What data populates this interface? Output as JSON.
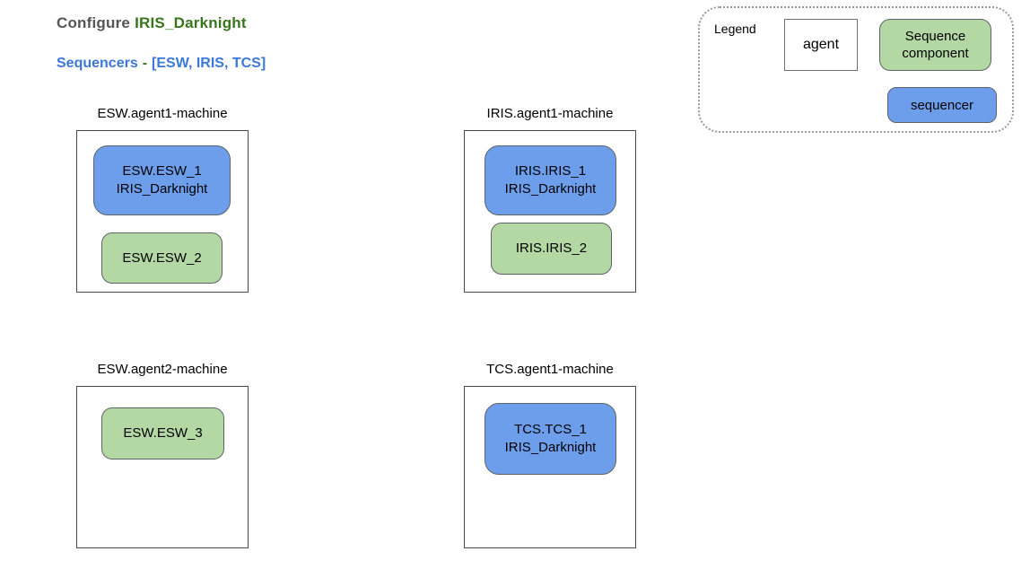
{
  "colors": {
    "background": "#ffffff",
    "title_text": "#555555",
    "obs_mode_text": "#38761d",
    "sequencers_text": "#3c78d8",
    "separator_text": "#38761d",
    "sequencer_fill": "#6d9eeb",
    "sequence_component_fill": "#b3d8a3",
    "node_border": "#5f6368",
    "agent_border": "#4a4a4a",
    "legend_border": "#9a9a9a"
  },
  "header": {
    "title": {
      "prefix": "Configure",
      "obs_mode": "IRIS_Darknight"
    },
    "subtitle": {
      "label": "Sequencers",
      "separator": "-",
      "value": "[ESW, IRIS, TCS]"
    }
  },
  "legend": {
    "title": "Legend",
    "agent_label": "agent",
    "sequence_component_label": "Sequence component",
    "sequencer_label": "sequencer"
  },
  "agents": [
    {
      "name": "ESW.agent1-machine",
      "nodes": [
        {
          "type": "sequencer",
          "line1": "ESW.ESW_1",
          "line2": "IRIS_Darknight"
        },
        {
          "type": "sequence_component",
          "line1": "ESW.ESW_2"
        }
      ]
    },
    {
      "name": "IRIS.agent1-machine",
      "nodes": [
        {
          "type": "sequencer",
          "line1": "IRIS.IRIS_1",
          "line2": "IRIS_Darknight"
        },
        {
          "type": "sequence_component",
          "line1": "IRIS.IRIS_2"
        }
      ]
    },
    {
      "name": "ESW.agent2-machine",
      "nodes": [
        {
          "type": "sequence_component",
          "line1": "ESW.ESW_3"
        }
      ]
    },
    {
      "name": "TCS.agent1-machine",
      "nodes": [
        {
          "type": "sequencer",
          "line1": "TCS.TCS_1",
          "line2": "IRIS_Darknight"
        }
      ]
    }
  ]
}
